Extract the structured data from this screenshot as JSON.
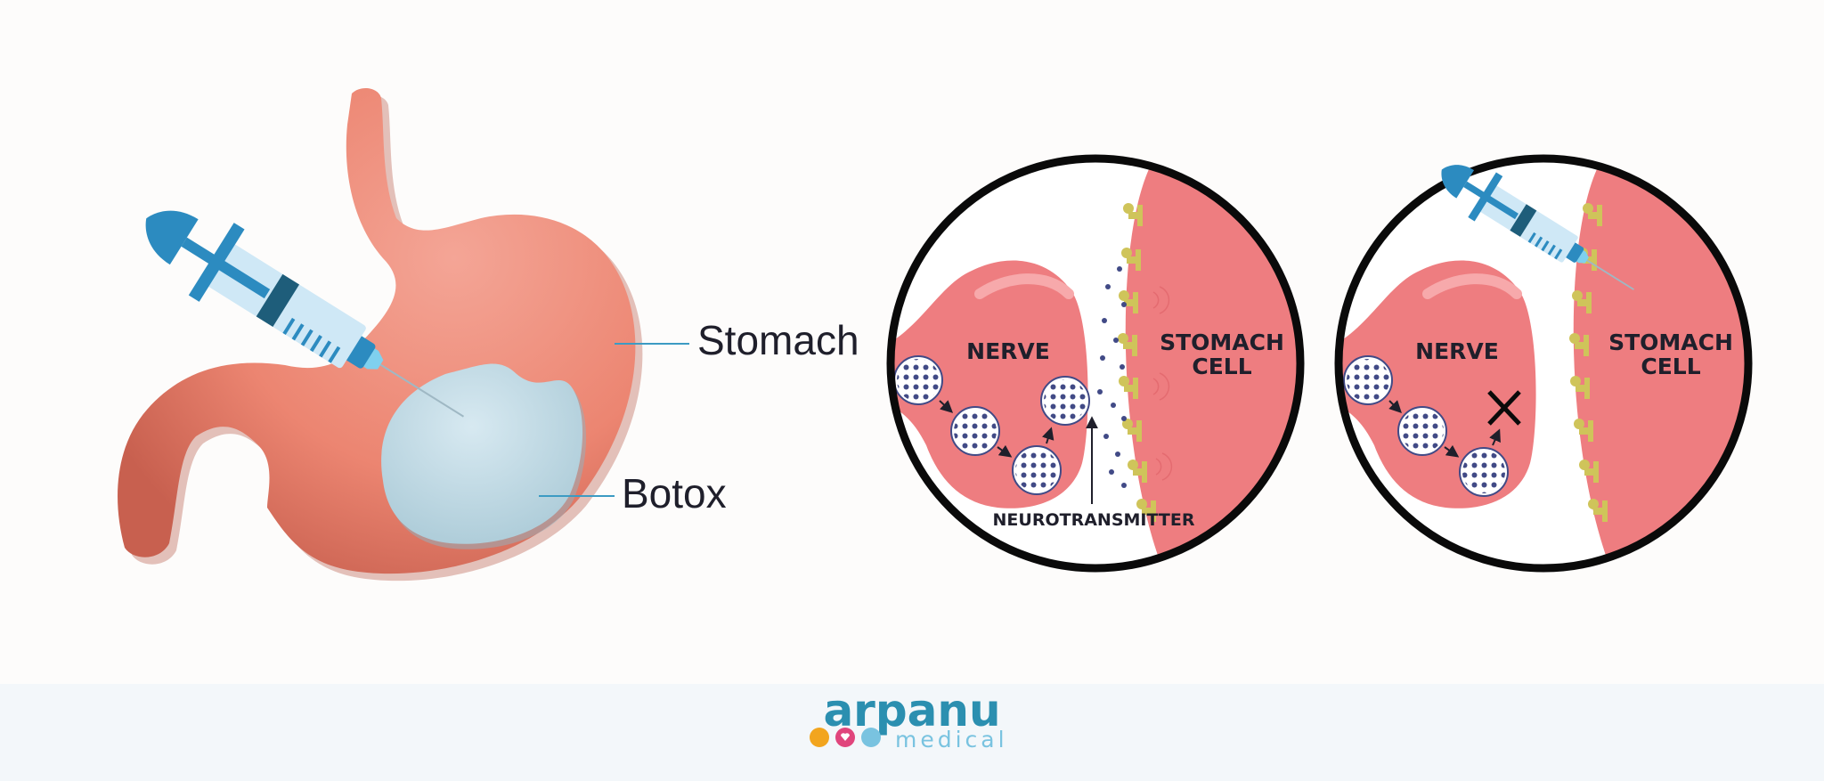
{
  "labels": {
    "stomach": "Stomach",
    "botox": "Botox",
    "nerve_1": "NERVE",
    "stomach_cell_1_line1": "STOMACH",
    "stomach_cell_1_line2": "CELL",
    "neurotransmitter": "NEUROTRANSMITTER",
    "nerve_2": "NERVE",
    "stomach_cell_2_line1": "STOMACH",
    "stomach_cell_2_line2": "CELL"
  },
  "brand": {
    "name": "arpanu",
    "sub": "medical"
  },
  "colors": {
    "stomach": "#ef8a76",
    "botox": "#c9e0ea",
    "cell": "#ee7d80",
    "receptor": "#cfc45a",
    "vesicle": "#414a86",
    "syringe": "#2c8bc0",
    "brand_orange": "#f2a51e",
    "brand_pink": "#e0457c",
    "brand_blue": "#79c3e0"
  },
  "icons": [
    "syringe-icon",
    "cross-icon",
    "brand-logo-icon"
  ]
}
